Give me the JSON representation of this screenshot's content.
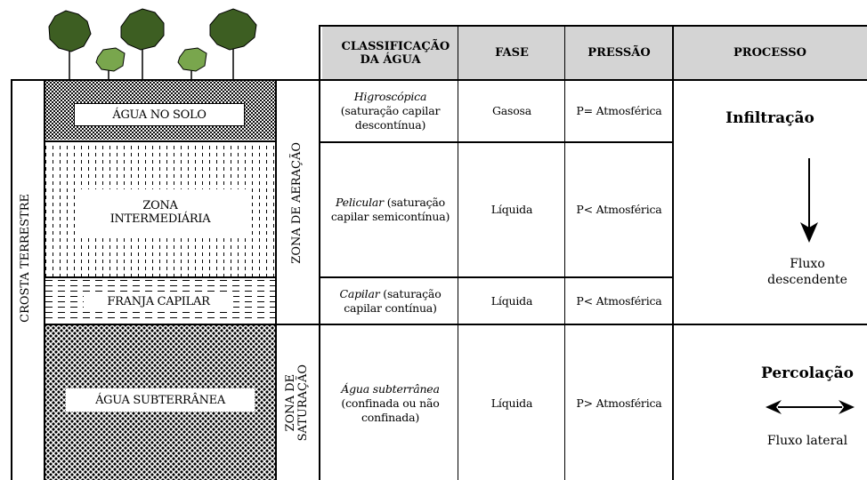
{
  "header": {
    "classificacao": "CLASSIFICAÇÃO DA ÁGUA",
    "fase": "FASE",
    "pressao": "PRESSÃO",
    "processo": "PROCESSO"
  },
  "left": {
    "crosta": "CROSTA TERRESTRE",
    "zona_aeracao": "ZONA DE AERAÇÃO",
    "zona_saturacao_1": "ZONA DE",
    "zona_saturacao_2": "SATURAÇÃO"
  },
  "layers": {
    "solo": "ÁGUA NO SOLO",
    "intermediaria_1": "ZONA",
    "intermediaria_2": "INTERMEDIÁRIA",
    "franja": "FRANJA CAPILAR",
    "subterranea": "ÁGUA SUBTERRÂNEA"
  },
  "rows": [
    {
      "classe_it": "Higroscópica",
      "classe_rest": "(saturação capilar descontínua)",
      "fase": "Gasosa",
      "pressao": "P= Atmosférica"
    },
    {
      "classe_it": "Pelicular",
      "classe_rest": " (saturação capilar semicontínua)",
      "fase": "Líquida",
      "pressao": "P< Atmosférica"
    },
    {
      "classe_it": "Capilar",
      "classe_rest": " (saturação capilar contínua)",
      "fase": "Líquida",
      "pressao": "P< Atmosférica"
    },
    {
      "classe_it": "Água subterrânea",
      "classe_rest": "(confinada ou não confinada)",
      "fase": "Líquida",
      "pressao": "P> Atmosférica"
    }
  ],
  "processo": {
    "infiltracao": "Infiltração",
    "fluxo_desc_1": "Fluxo",
    "fluxo_desc_2": "descendente",
    "percolacao": "Percolação",
    "fluxo_lateral": "Fluxo lateral"
  }
}
